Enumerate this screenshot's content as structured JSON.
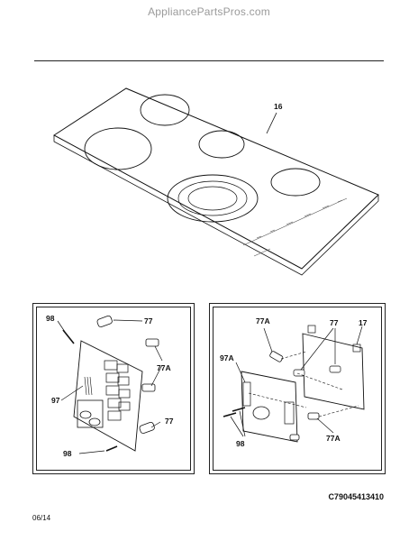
{
  "header": {
    "watermark": "AppliancePartsPros.com"
  },
  "top_diagram": {
    "part_label": "16"
  },
  "left_panel": {
    "labels": [
      "98",
      "77",
      "77A",
      "97",
      "77",
      "98"
    ]
  },
  "right_panel": {
    "labels": [
      "77A",
      "77",
      "17",
      "97A",
      "98",
      "77A"
    ]
  },
  "footer": {
    "diagram_code": "C79045413410",
    "date": "06/14"
  }
}
